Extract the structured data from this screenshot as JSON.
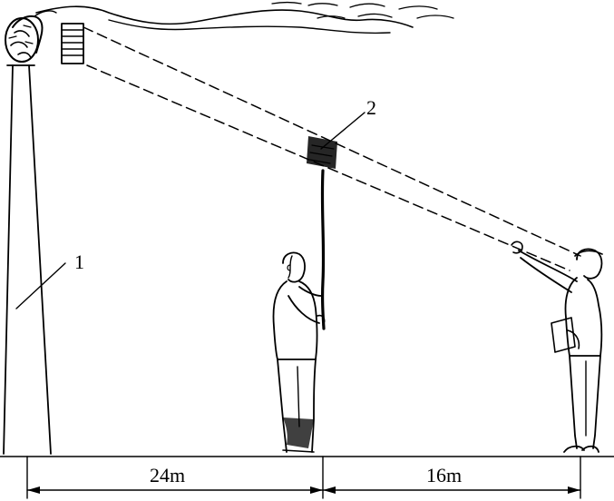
{
  "labels": {
    "callout_1": "1",
    "callout_2": "2",
    "distance_left": "24m",
    "distance_right": "16m"
  },
  "colors": {
    "ink": "#000000",
    "paper": "#ffffff"
  },
  "icons": {
    "chimney": "chimney-icon",
    "ringelmann_chart": "smoke-chart-icon",
    "chart_holder": "person-holding-pole-icon",
    "observer": "person-observing-icon"
  }
}
